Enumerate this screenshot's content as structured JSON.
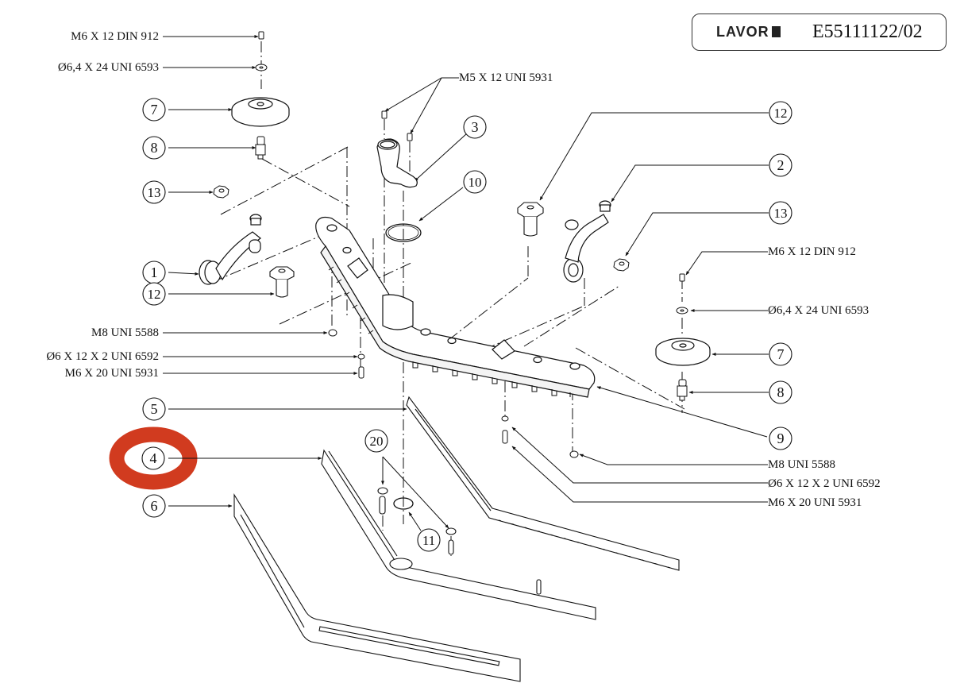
{
  "header": {
    "brand": "LAVOR",
    "drawing_code": "E55111122/02"
  },
  "highlight": {
    "item": "4",
    "color": "#D13B1F"
  },
  "balloons": [
    {
      "id": "b1",
      "label": "1"
    },
    {
      "id": "b2",
      "label": "2"
    },
    {
      "id": "b3",
      "label": "3"
    },
    {
      "id": "b4",
      "label": "4"
    },
    {
      "id": "b5",
      "label": "5"
    },
    {
      "id": "b6",
      "label": "6"
    },
    {
      "id": "b7a",
      "label": "7"
    },
    {
      "id": "b7b",
      "label": "7"
    },
    {
      "id": "b8a",
      "label": "8"
    },
    {
      "id": "b8b",
      "label": "8"
    },
    {
      "id": "b9",
      "label": "9"
    },
    {
      "id": "b10",
      "label": "10"
    },
    {
      "id": "b11",
      "label": "11"
    },
    {
      "id": "b12a",
      "label": "12"
    },
    {
      "id": "b12b",
      "label": "12"
    },
    {
      "id": "b13a",
      "label": "13"
    },
    {
      "id": "b13b",
      "label": "13"
    },
    {
      "id": "b20",
      "label": "20"
    }
  ],
  "fastener_labels": {
    "left": [
      "M6 X 12 DIN 912",
      "Ø6,4 X 24 UNI 6593",
      "M8 UNI 5588",
      "Ø6 X 12 X 2 UNI 6592",
      "M6 X 20 UNI 5931"
    ],
    "top": "M5 X 12 UNI 5931",
    "right": [
      "M6 X 12 DIN 912",
      "Ø6,4 X 24 UNI 6593",
      "M8 UNI 5588",
      "Ø6 X 12 X 2 UNI 6592",
      "M6 X 20 UNI 5931"
    ]
  }
}
